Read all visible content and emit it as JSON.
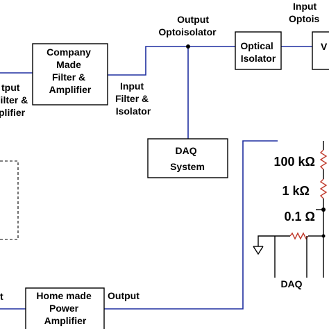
{
  "left_edge": {
    "output_lines": [
      "tput",
      "Filter &",
      "plifier"
    ]
  },
  "company_block": {
    "lines": [
      "Company",
      "Made",
      "Filter &",
      "Amplifier"
    ]
  },
  "input_filter": {
    "lines": [
      "Input",
      "Filter &",
      "Isolator"
    ]
  },
  "output_opto": {
    "lines": [
      "Output",
      "Optoisolator"
    ]
  },
  "optical_isolator": {
    "lines": [
      "Optical",
      "Isolator"
    ]
  },
  "input_opto": {
    "lines": [
      "Input",
      "Optois"
    ]
  },
  "right_box": {
    "label": "V"
  },
  "daq_system": {
    "lines": [
      "DAQ",
      "System"
    ]
  },
  "resistors": {
    "r1": "100 kΩ",
    "r2": "1 kΩ",
    "r3": "0.1 Ω"
  },
  "daq_label": "DAQ",
  "left_output": "t",
  "power_amp": {
    "lines": [
      "Home made",
      "Power",
      "Amplifier"
    ]
  },
  "power_output": "Output",
  "colors": {
    "wire": "#1f2fa0",
    "resistor": "#c0392b"
  }
}
